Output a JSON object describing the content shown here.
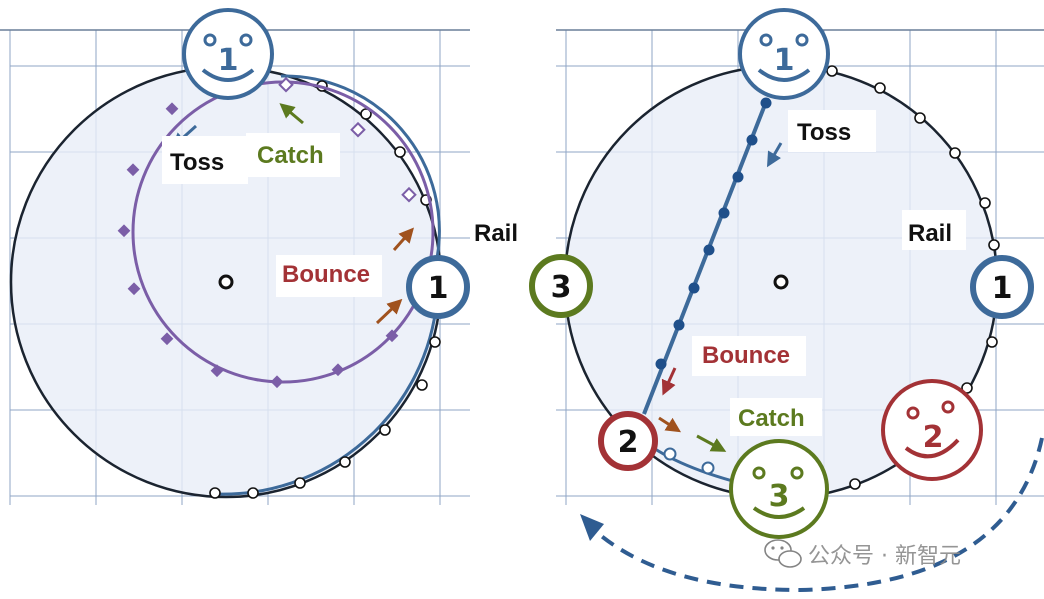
{
  "colors": {
    "blue": "#3d6a9a",
    "purple": "#7b5ea7",
    "olive": "#5c7a1f",
    "brown": "#a0521e",
    "red": "#a33236",
    "disc_fill": "#e8eef7",
    "grid": "#8fa6c6"
  },
  "left_panel": {
    "labels": {
      "toss": "Toss",
      "catch": "Catch",
      "bounce": "Bounce",
      "rail": "Rail"
    },
    "juggler_face_1": "1",
    "juggler_marker_1": "1"
  },
  "right_panel": {
    "labels": {
      "toss": "Toss",
      "rail": "Rail",
      "bounce": "Bounce",
      "catch": "Catch"
    },
    "juggler_face_1": "1",
    "juggler_face_2": "2",
    "juggler_face_3": "3",
    "juggler_marker_1": "1",
    "juggler_marker_2": "2",
    "juggler_marker_3": "3"
  },
  "watermark": {
    "text": "公众号 · 新智元",
    "icon": "wechat-icon"
  }
}
